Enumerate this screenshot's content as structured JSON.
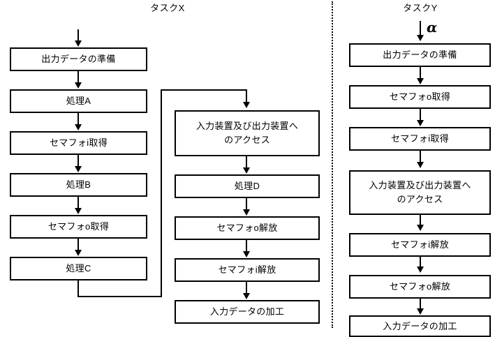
{
  "diagram": {
    "title_left": "タスクX",
    "title_right": "タスクY",
    "alpha_label": "α",
    "columns": [
      {
        "id": "task-x-main",
        "title": "タスクX",
        "nodes": [
          {
            "id": "x1",
            "label": "出力データの準備"
          },
          {
            "id": "x2",
            "label": "処理A"
          },
          {
            "id": "x3",
            "label": "セマフォi取得"
          },
          {
            "id": "x4",
            "label": "処理B"
          },
          {
            "id": "x5",
            "label": "セマフォo取得"
          },
          {
            "id": "x6",
            "label": "処理C"
          }
        ]
      },
      {
        "id": "task-x-secondary",
        "title": "",
        "nodes": [
          {
            "id": "m1",
            "label_line1": "入力装置及び出力装置へ",
            "label_line2": "のアクセス"
          },
          {
            "id": "m2",
            "label": "処理D"
          },
          {
            "id": "m3",
            "label": "セマフォo解放"
          },
          {
            "id": "m4",
            "label": "セマフォi解放"
          },
          {
            "id": "m5",
            "label": "入力データの加工"
          }
        ]
      },
      {
        "id": "task-y",
        "title": "タスクY",
        "nodes": [
          {
            "id": "y1",
            "label": "出力データの準備"
          },
          {
            "id": "y2",
            "label": "セマフォo取得"
          },
          {
            "id": "y3",
            "label": "セマフォi取得"
          },
          {
            "id": "y4",
            "label_line1": "入力装置及び出力装置へ",
            "label_line2": "のアクセス"
          },
          {
            "id": "y5",
            "label": "セマフォi解放"
          },
          {
            "id": "y6",
            "label": "セマフォo解放"
          },
          {
            "id": "y7",
            "label": "入力データの加工"
          }
        ]
      }
    ],
    "colors": {
      "stroke": "#000000",
      "fill": "#ffffff",
      "text": "#000000"
    }
  }
}
